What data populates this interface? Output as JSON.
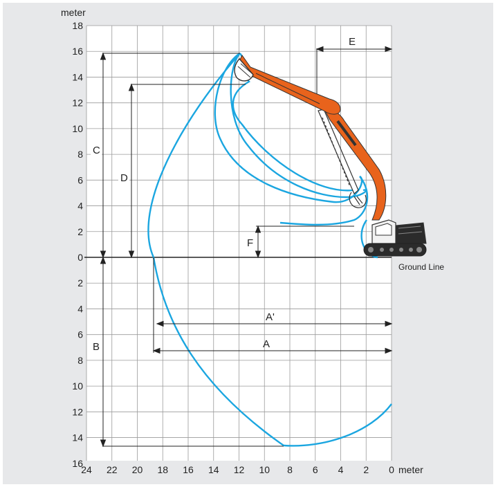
{
  "diagram": {
    "y_unit": "meter",
    "x_unit": "meter",
    "ground_line": "Ground Line",
    "y_ticks_above": [
      "18",
      "16",
      "14",
      "12",
      "10",
      "8",
      "6",
      "4",
      "2",
      "0"
    ],
    "y_ticks_below": [
      "2",
      "4",
      "6",
      "8",
      "10",
      "12",
      "14",
      "16"
    ],
    "x_ticks": [
      "24",
      "22",
      "20",
      "18",
      "16",
      "14",
      "12",
      "10",
      "8",
      "6",
      "4",
      "2",
      "0"
    ],
    "dimension_labels": {
      "a": "A",
      "a_prime": "A'",
      "b": "B",
      "c": "C",
      "d": "D",
      "e": "E",
      "f": "F"
    },
    "colors": {
      "envelope": "#1ba6e0",
      "machine": "#e8631c",
      "grid": "#9a9a9a",
      "panel": "#e7e8ea"
    }
  }
}
